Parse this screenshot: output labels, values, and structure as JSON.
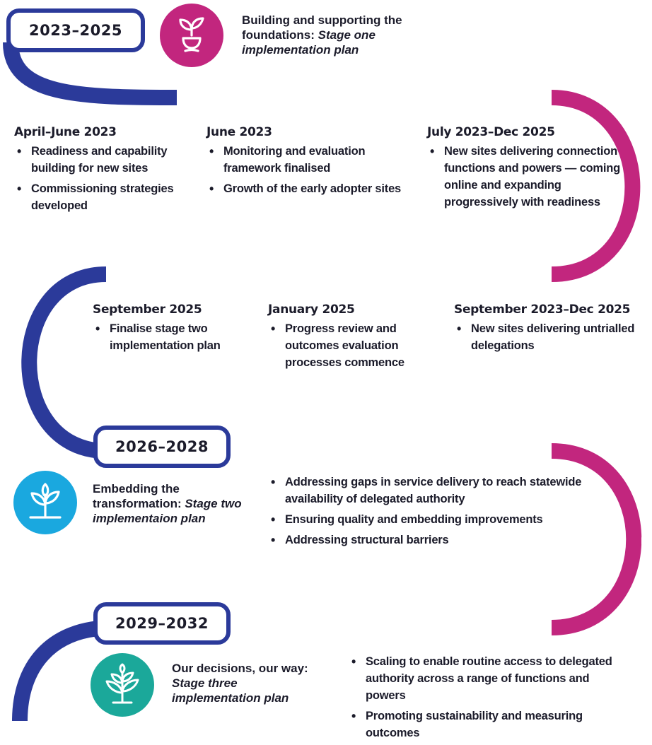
{
  "colors": {
    "road_blue": "#2b3a9a",
    "road_teal": "#15b5c9",
    "road_green": "#3fae49",
    "road_orange": "#f18a22",
    "road_magenta": "#c2267e",
    "box_border": "#2b3a9a",
    "icon_stage_one": "#c2267e",
    "icon_stage_two": "#1aa8df",
    "icon_stage_three": "#1ba89a"
  },
  "stages": [
    {
      "period": "2023–2025",
      "icon": "seedling-icon",
      "title_plain": "Building and supporting the foundations: ",
      "title_italic": "Stage one implementation plan"
    },
    {
      "period": "2026–2028",
      "icon": "sprout-plant-icon",
      "title_plain": "Embedding the transformation: ",
      "title_italic": "Stage two implementaion plan"
    },
    {
      "period": "2029–2032",
      "icon": "tree-icon",
      "title_plain": "Our decisions, our way: ",
      "title_italic": "Stage three implementation plan"
    }
  ],
  "milestones": [
    {
      "date": "April–June 2023",
      "items": [
        "Readiness and capability building for new sites",
        "Commissioning strategies developed"
      ]
    },
    {
      "date": "June 2023",
      "items": [
        "Monitoring and evaluation framework finalised",
        "Growth of the early adopter sites"
      ]
    },
    {
      "date": "July 2023–Dec 2025",
      "items": [
        "New sites delivering connection functions and powers — coming online and expanding progressively with readiness"
      ]
    },
    {
      "date": "September 2025",
      "items": [
        "Finalise stage two implementation plan"
      ]
    },
    {
      "date": "January 2025",
      "items": [
        "Progress review and outcomes evaluation processes commence"
      ]
    },
    {
      "date": "September 2023–Dec 2025",
      "items": [
        "New sites delivering untrialled delegations"
      ]
    }
  ],
  "stage_two_items": [
    "Addressing gaps in service delivery to reach statewide availability of delegated authority",
    "Ensuring quality and embedding improvements",
    "Addressing structural barriers"
  ],
  "stage_three_items": [
    "Scaling to enable routine access to delegated authority across a range of functions and powers",
    "Promoting sustainability and measuring outcomes"
  ]
}
